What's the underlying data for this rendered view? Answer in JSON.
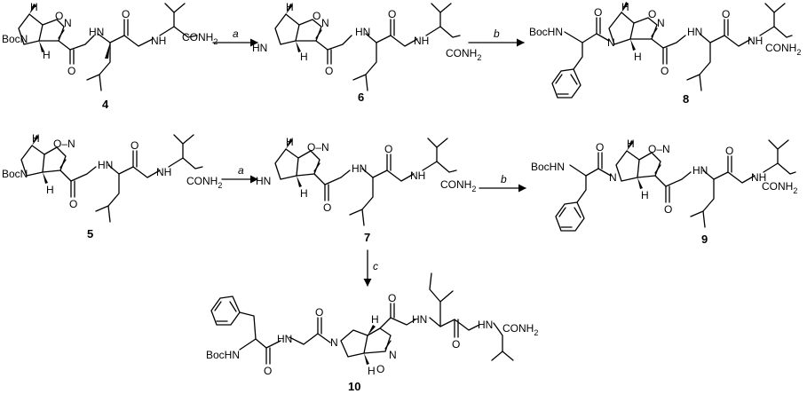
{
  "scheme": {
    "compounds": [
      {
        "id": "4",
        "number": "4"
      },
      {
        "id": "5",
        "number": "5"
      },
      {
        "id": "6",
        "number": "6"
      },
      {
        "id": "7",
        "number": "7"
      },
      {
        "id": "8",
        "number": "8"
      },
      {
        "id": "9",
        "number": "9"
      },
      {
        "id": "10",
        "number": "10"
      }
    ],
    "reactions": [
      {
        "from": "4",
        "to": "6",
        "condition": "a",
        "direction": "right"
      },
      {
        "from": "6",
        "to": "8",
        "condition": "b",
        "direction": "right"
      },
      {
        "from": "5",
        "to": "7",
        "condition": "a",
        "direction": "right"
      },
      {
        "from": "7",
        "to": "9",
        "condition": "b",
        "direction": "right"
      },
      {
        "from": "7",
        "to": "10",
        "condition": "c",
        "direction": "down"
      }
    ],
    "atom_labels": {
      "boc_n": "BocN",
      "boc_hn": "BocHN",
      "hn": "HN",
      "nh": "NH",
      "n": "N",
      "h": "H",
      "o": "O",
      "o_n": "O–N",
      "n_eq": "N",
      "conh": "CONH",
      "nh2_subscript": "2"
    }
  }
}
